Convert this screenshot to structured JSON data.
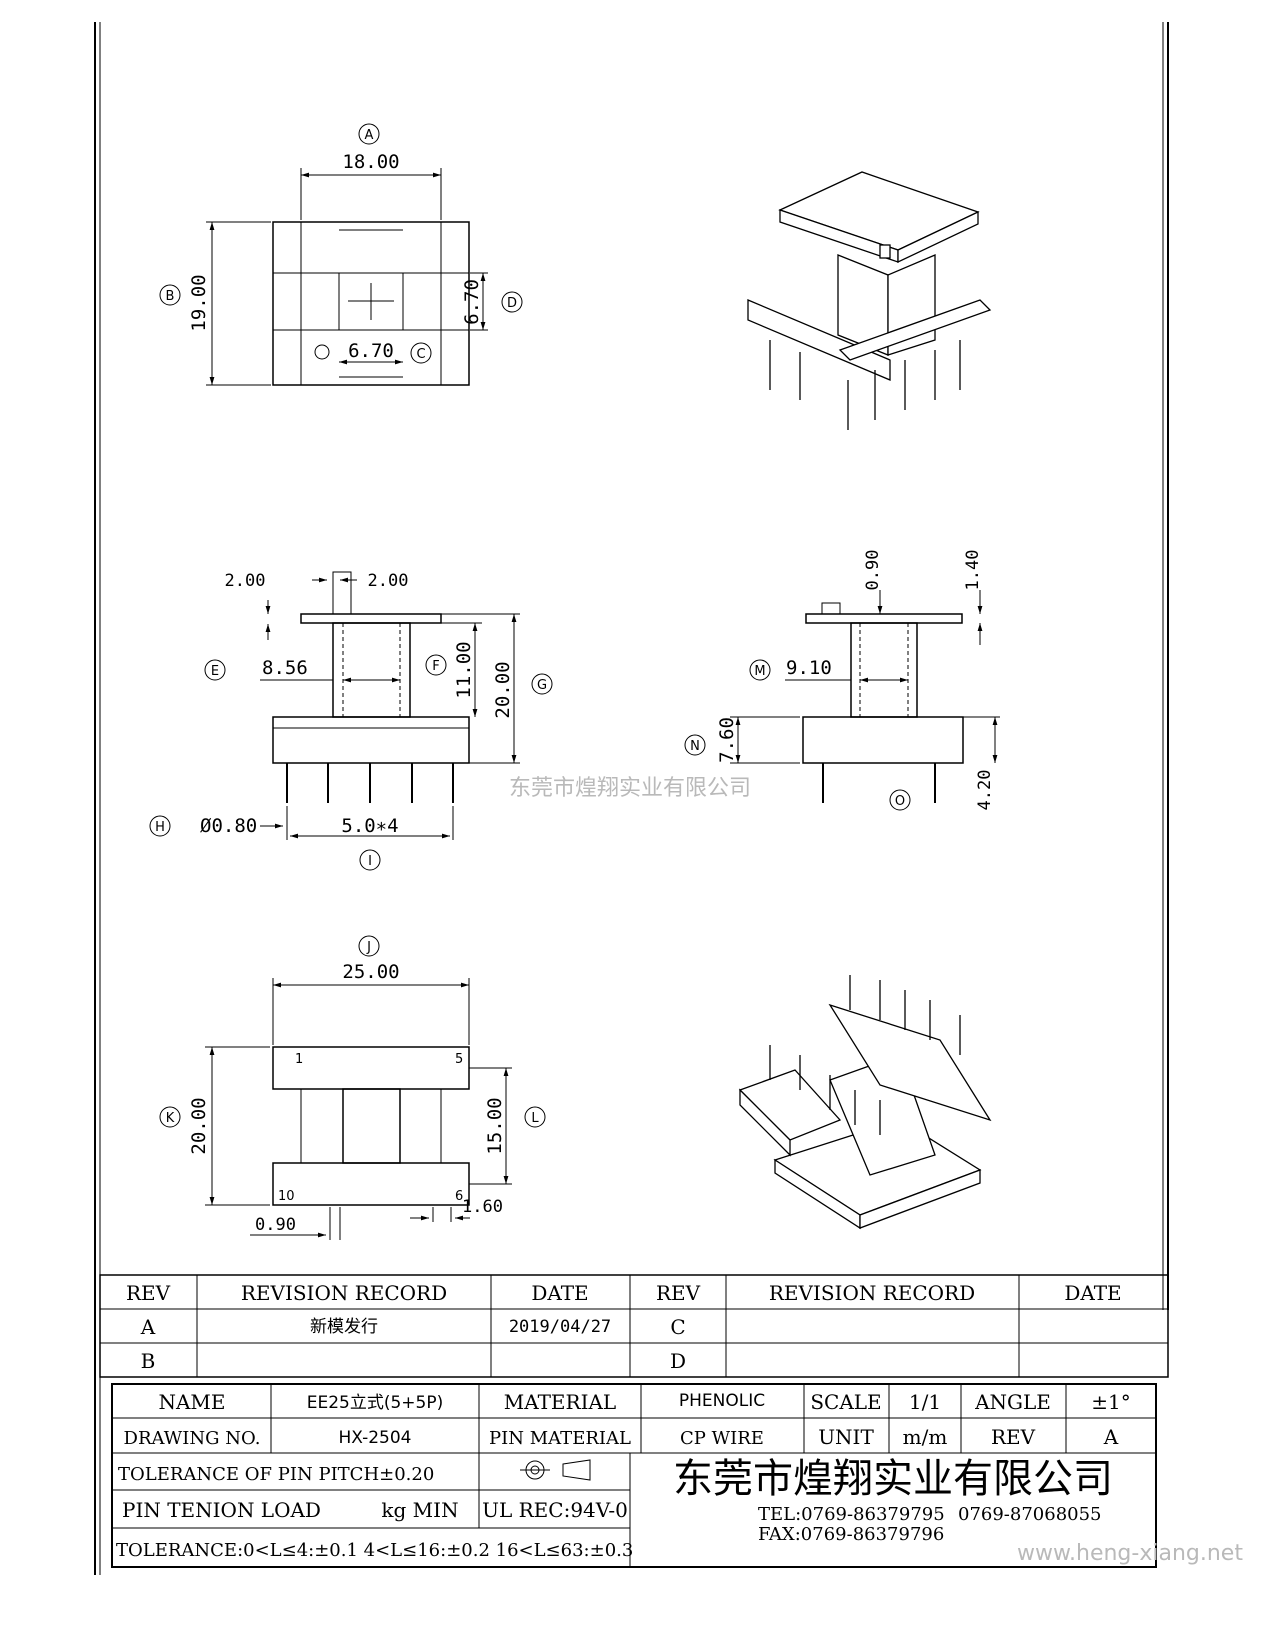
{
  "views": {
    "top": {
      "width_dim": "18.00",
      "width_tag": "A",
      "height_dim": "19.00",
      "height_tag": "B",
      "inner_dim": "6.70",
      "inner_tag": "C",
      "right_dim": "6.70",
      "right_tag": "D"
    },
    "front": {
      "flange_w1": "2.00",
      "flange_w2": "2.00",
      "core_dim": "8.56",
      "core_tag": "E",
      "window_dim": "11.00",
      "window_tag": "F",
      "height_dim": "20.00",
      "height_tag": "G",
      "pin_dia": "Ø0.80",
      "pin_tag": "H",
      "pitch": "5.0∗4",
      "pitch_tag": "I"
    },
    "side": {
      "top_thk": "0.90",
      "top_total": "1.40",
      "core_dim": "9.10",
      "core_tag": "M",
      "base_dim": "7.60",
      "base_tag": "N",
      "pin_len": "4.20",
      "pin_tag": "O"
    },
    "bottom": {
      "width_dim": "25.00",
      "width_tag": "J",
      "height_dim": "20.00",
      "height_tag": "K",
      "inner_dim": "15.00",
      "inner_tag": "L",
      "slot_dim": "0.90",
      "slot2_dim": "1.60",
      "pin_labels": [
        "1",
        "5",
        "10",
        "6"
      ]
    }
  },
  "watermark_center": "东莞市煌翔实业有限公司",
  "revision_table": {
    "headers": [
      "REV",
      "REVISION RECORD",
      "DATE",
      "REV",
      "REVISION RECORD",
      "DATE"
    ],
    "rows": [
      [
        "A",
        "新模发行",
        "2019/04/27",
        "C",
        "",
        ""
      ],
      [
        "B",
        "",
        "",
        "D",
        "",
        ""
      ]
    ]
  },
  "title_block": {
    "name_label": "NAME",
    "name_value": "EE25立式(5+5P)",
    "material_label": "MATERIAL",
    "material_value": "PHENOLIC",
    "scale_label": "SCALE",
    "scale_value": "1/1",
    "angle_label": "ANGLE",
    "angle_value": "±1°",
    "drawing_no_label": "DRAWING NO.",
    "drawing_no_value": "HX-2504",
    "pin_material_label": "PIN MATERIAL",
    "pin_material_value": "CP WIRE",
    "unit_label": "UNIT",
    "unit_value": "m/m",
    "rev_label": "REV",
    "rev_value": "A",
    "tolerance_pitch": "TOLERANCE OF PIN PITCH±0.20",
    "pin_tension": "PIN TENION LOAD",
    "pin_tension_unit": "kg MIN",
    "ul_rec": "UL REC:94V-0",
    "tolerance_general": "TOLERANCE:0<L≤4:±0.1  4<L≤16:±0.2  16<L≤63:±0.3",
    "company": "东莞市煌翔实业有限公司",
    "tel": "TEL:0769-86379795",
    "tel2": "0769-87068055",
    "fax": "FAX:0769-86379796"
  },
  "watermark_url": "www.heng-xiang.net"
}
